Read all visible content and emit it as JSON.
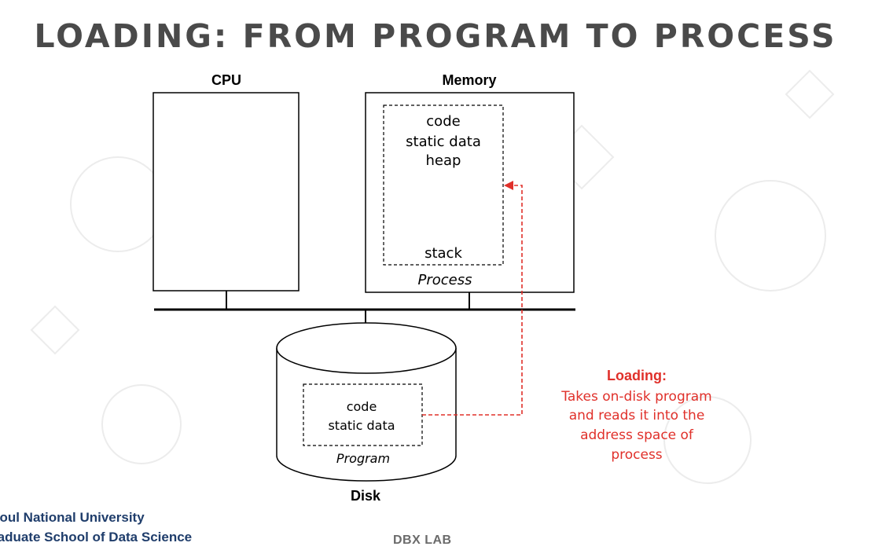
{
  "slide": {
    "title": "LOADING: FROM PROGRAM TO PROCESS"
  },
  "cpu": {
    "label": "CPU"
  },
  "memory": {
    "label": "Memory",
    "contents": [
      "code",
      "static data",
      "heap"
    ],
    "stack_label": "stack",
    "region_label": "Process"
  },
  "disk": {
    "label": "Disk",
    "contents": [
      "code",
      "static data"
    ],
    "region_label": "Program"
  },
  "loading_note": {
    "heading": "Loading:",
    "lines": [
      "Takes on-disk program",
      "and reads it into the",
      "address space of",
      "process"
    ]
  },
  "footer": {
    "university": "eoul National University",
    "school": "raduate School of Data Science",
    "lab": "DBX LAB"
  },
  "colors": {
    "title": "#4a4a4a",
    "line": "#000000",
    "accent_red": "#e0302a",
    "footer_navy": "#1f3d6b"
  }
}
